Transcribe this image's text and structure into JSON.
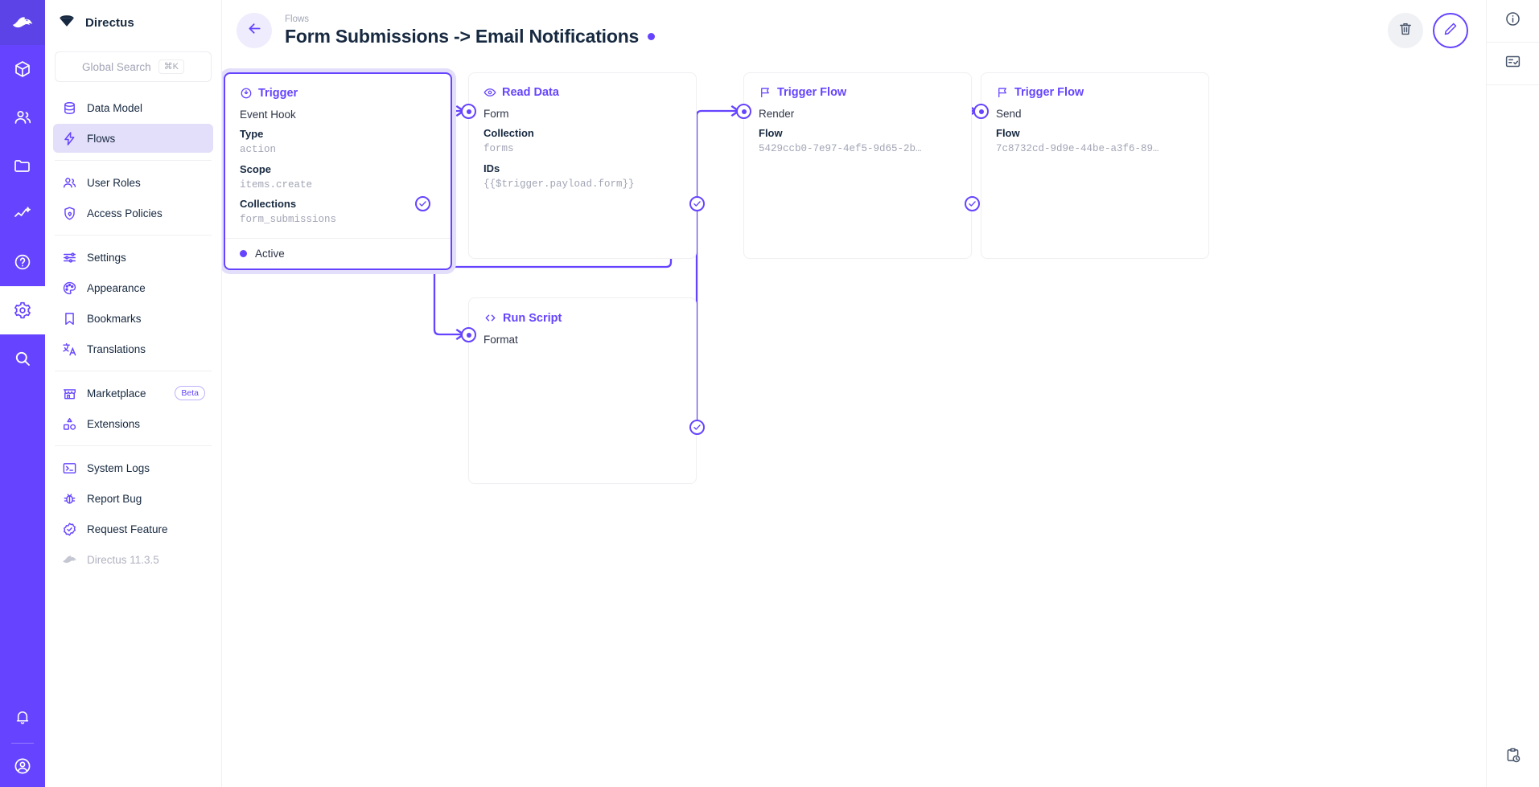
{
  "rail": {
    "logo_icon": "directus-rabbit-logo-icon",
    "items": [
      {
        "icon": "box-icon",
        "name": "content"
      },
      {
        "icon": "users-icon",
        "name": "user-directory"
      },
      {
        "icon": "folder-icon",
        "name": "file-library"
      },
      {
        "icon": "insights-chart-icon",
        "name": "insights"
      },
      {
        "icon": "question-circle-icon",
        "name": "docs"
      },
      {
        "icon": "gear-icon",
        "name": "settings"
      },
      {
        "icon": "search-icon",
        "name": "search"
      }
    ],
    "bottom": [
      {
        "icon": "bell-icon",
        "name": "notifications"
      },
      {
        "icon": "account-circle-icon",
        "name": "user-account"
      }
    ]
  },
  "sidebar": {
    "brand": "Directus",
    "brand_icon": "directus-diamond-logo-icon",
    "search": {
      "placeholder": "Global Search",
      "shortcut": "⌘K",
      "icon": "search-icon"
    },
    "groups": [
      {
        "items": [
          {
            "label": "Data Model",
            "icon": "database-icon",
            "active": false
          },
          {
            "label": "Flows",
            "icon": "bolt-icon",
            "active": true
          }
        ]
      },
      {
        "items": [
          {
            "label": "User Roles",
            "icon": "users-group-icon",
            "active": false
          },
          {
            "label": "Access Policies",
            "icon": "shield-lock-icon",
            "active": false
          }
        ]
      },
      {
        "items": [
          {
            "label": "Settings",
            "icon": "sliders-icon",
            "active": false
          },
          {
            "label": "Appearance",
            "icon": "palette-icon",
            "active": false
          },
          {
            "label": "Bookmarks",
            "icon": "bookmark-icon",
            "active": false
          },
          {
            "label": "Translations",
            "icon": "translate-icon",
            "active": false
          }
        ]
      },
      {
        "items": [
          {
            "label": "Marketplace",
            "icon": "storefront-icon",
            "badge": "Beta",
            "active": false
          },
          {
            "label": "Extensions",
            "icon": "extensions-icon",
            "active": false
          }
        ]
      },
      {
        "items": [
          {
            "label": "System Logs",
            "icon": "terminal-icon",
            "active": false
          },
          {
            "label": "Report Bug",
            "icon": "bug-icon",
            "active": false
          },
          {
            "label": "Request Feature",
            "icon": "feature-check-icon",
            "active": false
          },
          {
            "label": "Directus 11.3.5",
            "icon": "directus-rabbit-icon",
            "active": false,
            "muted": true
          }
        ]
      }
    ]
  },
  "header": {
    "back_icon": "arrow-left-icon",
    "breadcrumb": "Flows",
    "title": "Form Submissions -> Email Notifications",
    "status_dot_color": "#6644ff",
    "actions": [
      {
        "name": "delete-flow-button",
        "icon": "trash-icon"
      },
      {
        "name": "edit-flow-button",
        "icon": "pencil-icon"
      }
    ]
  },
  "canvas": {
    "nodes": [
      {
        "id": "trigger",
        "type_label": "Trigger",
        "type_icon": "trigger-play-circle-icon",
        "name": "Event Hook",
        "selected": true,
        "fields": [
          {
            "key": "Type",
            "value": "action"
          },
          {
            "key": "Scope",
            "value": "items.create"
          },
          {
            "key": "Collections",
            "value": "form_submissions"
          }
        ],
        "footer": {
          "status": "Active"
        }
      },
      {
        "id": "read-data",
        "type_label": "Read Data",
        "type_icon": "eye-icon",
        "name": "Form",
        "selected": false,
        "fields": [
          {
            "key": "Collection",
            "value": "forms"
          },
          {
            "key": "IDs",
            "value": "{{$trigger.payload.form}}"
          }
        ]
      },
      {
        "id": "trigger-flow-render",
        "type_label": "Trigger Flow",
        "type_icon": "flag-icon",
        "name": "Render",
        "selected": false,
        "fields": [
          {
            "key": "Flow",
            "value": "5429ccb0-7e97-4ef5-9d65-2b…"
          }
        ]
      },
      {
        "id": "trigger-flow-send",
        "type_label": "Trigger Flow",
        "type_icon": "flag-icon",
        "name": "Send",
        "selected": false,
        "fields": [
          {
            "key": "Flow",
            "value": "7c8732cd-9d9e-44be-a3f6-89…"
          }
        ]
      },
      {
        "id": "run-script",
        "type_label": "Run Script",
        "type_icon": "code-brackets-icon",
        "name": "Format",
        "selected": false,
        "fields": []
      }
    ],
    "edge_color": "#6644ff"
  },
  "rightrail": {
    "items": [
      {
        "icon": "info-circle-icon",
        "name": "flow-info-panel"
      },
      {
        "icon": "logs-checklist-icon",
        "name": "flow-logs-panel"
      }
    ],
    "bottom": [
      {
        "icon": "clipboard-clock-icon",
        "name": "activity-log"
      }
    ]
  }
}
